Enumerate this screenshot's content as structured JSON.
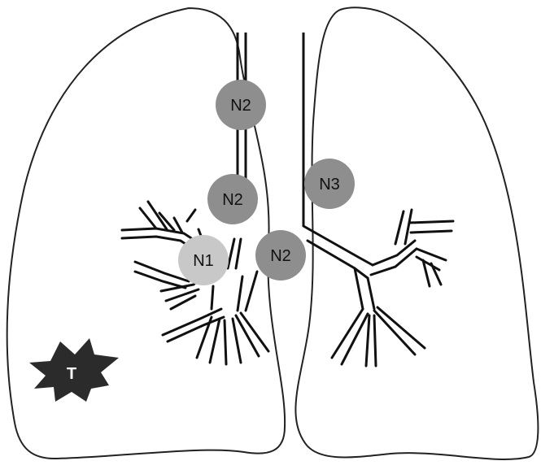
{
  "diagram": {
    "nodes": [
      {
        "id": "n2-upper",
        "label": "N2"
      },
      {
        "id": "n2-middle",
        "label": "N2"
      },
      {
        "id": "n2-carina",
        "label": "N2"
      },
      {
        "id": "n1",
        "label": "N1"
      },
      {
        "id": "n3",
        "label": "N3"
      }
    ],
    "tumor": {
      "label": "T"
    }
  },
  "colors": {
    "outline": "#222222",
    "node_dark": "#8e8e8e",
    "node_light": "#c8c8c8",
    "tumor": "#2b2b2b",
    "node_text": "#111111",
    "tumor_text": "#ffffff"
  }
}
